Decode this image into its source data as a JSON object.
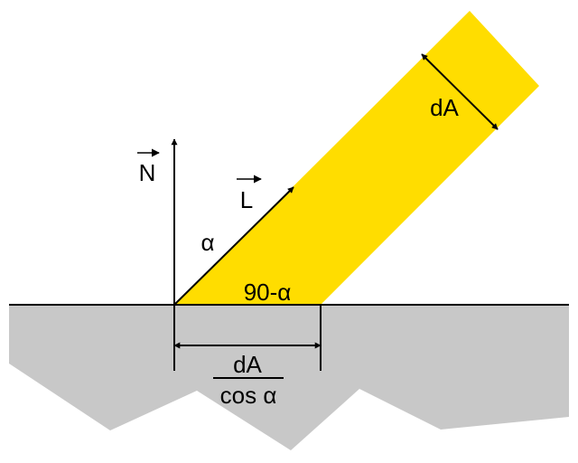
{
  "labels": {
    "normal": "N",
    "light": "L",
    "angle": "α",
    "complement_angle": "90-α",
    "beam_width": "dA",
    "footprint_numerator": "dA",
    "footprint_denominator": "cos α"
  },
  "colors": {
    "beam": "#FFDD00",
    "ground": "#C8C8C8",
    "line": "#000000",
    "background": "#FFFFFF"
  }
}
